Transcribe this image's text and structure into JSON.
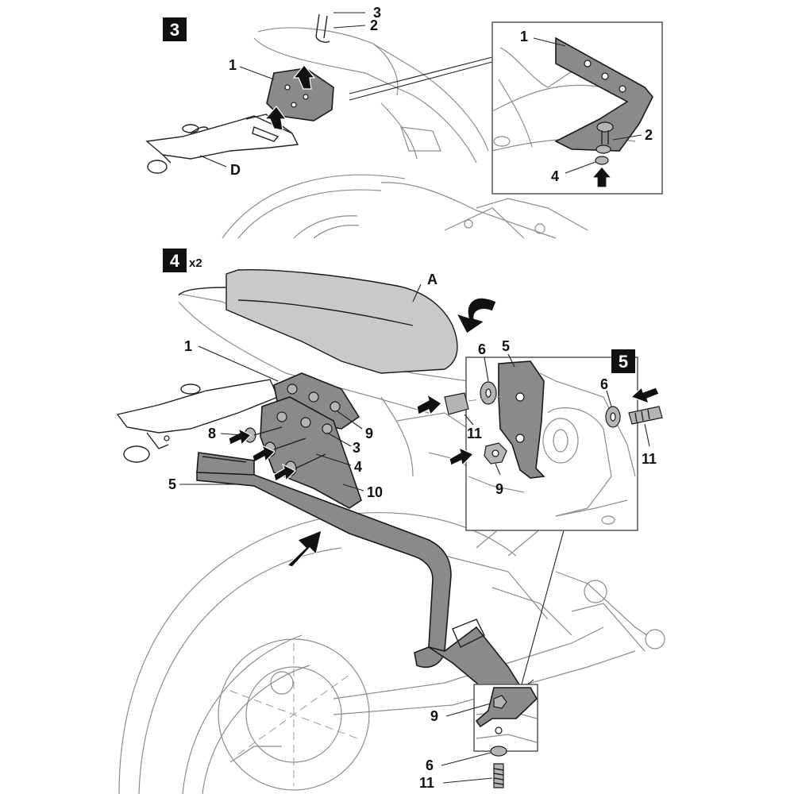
{
  "steps": {
    "step3": {
      "number": "3"
    },
    "step4": {
      "number": "4",
      "multiplier": "x2"
    },
    "step5": {
      "number": "5"
    }
  },
  "labels": {
    "s3_3": "3",
    "s3_2": "2",
    "s3_1": "1",
    "s3_D": "D",
    "s3_inset_1": "1",
    "s3_inset_2": "2",
    "s3_inset_4": "4",
    "s4_A": "A",
    "s4_1": "1",
    "s4_8": "8",
    "s4_5": "5",
    "s4_9": "9",
    "s4_3": "3",
    "s4_4": "4",
    "s4_10": "10",
    "s5_6a": "6",
    "s5_5": "5",
    "s5_6b": "6",
    "s5_11a": "11",
    "s5_11b": "11",
    "s5_9": "9",
    "bottom_9": "9",
    "bottom_6": "6",
    "bottom_11": "11"
  },
  "colors": {
    "part_fill": "#8a8a8a",
    "seat_fill": "#c9c9c9",
    "outline": "#1a1a1a",
    "sketch": "#8c8c8c"
  }
}
